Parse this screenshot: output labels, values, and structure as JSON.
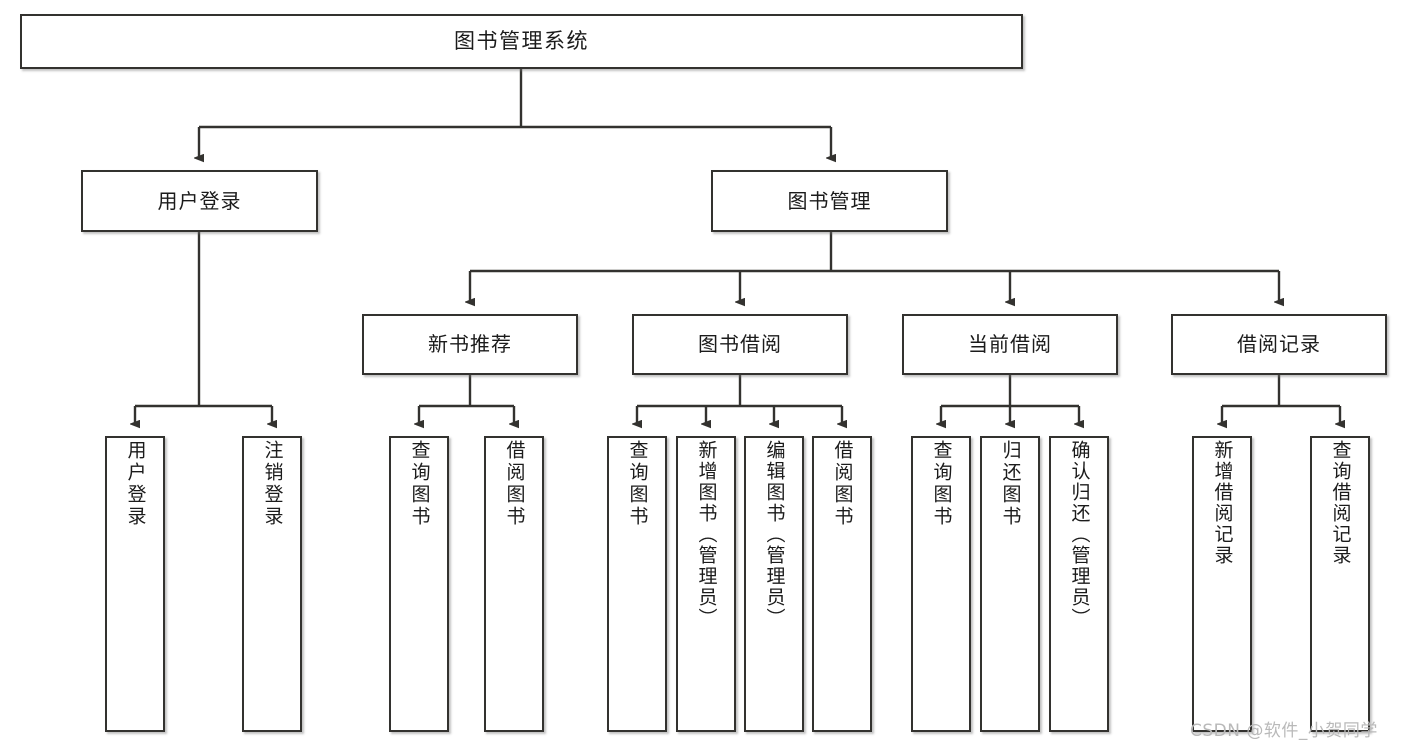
{
  "diagram": {
    "type": "tree-hierarchy",
    "title": "图书管理系统",
    "root": {
      "label": "图书管理系统"
    },
    "level2": [
      {
        "label": "用户登录"
      },
      {
        "label": "图书管理"
      }
    ],
    "level3": [
      {
        "label": "新书推荐"
      },
      {
        "label": "图书借阅"
      },
      {
        "label": "当前借阅"
      },
      {
        "label": "借阅记录"
      }
    ],
    "leaves": {
      "user_login": [
        {
          "label": "用户登录"
        },
        {
          "label": "注销登录"
        }
      ],
      "new_book_recommend": [
        {
          "label": "查询图书"
        },
        {
          "label": "借阅图书"
        }
      ],
      "book_borrow": [
        {
          "label": "查询图书"
        },
        {
          "label": "新增图书（管理员）"
        },
        {
          "label": "编辑图书（管理员）"
        },
        {
          "label": "借阅图书"
        }
      ],
      "current_borrow": [
        {
          "label": "查询图书"
        },
        {
          "label": "归还图书"
        },
        {
          "label": "确认归还（管理员）"
        }
      ],
      "borrow_record": [
        {
          "label": "新增借阅记录"
        },
        {
          "label": "查询借阅记录"
        }
      ]
    }
  },
  "watermark": {
    "text": "CSDN @软件_小贺同学"
  },
  "colors": {
    "stroke": "#33322f",
    "background": "#ffffff",
    "text": "#1b1b1b",
    "watermark": "#b9b9b9"
  }
}
